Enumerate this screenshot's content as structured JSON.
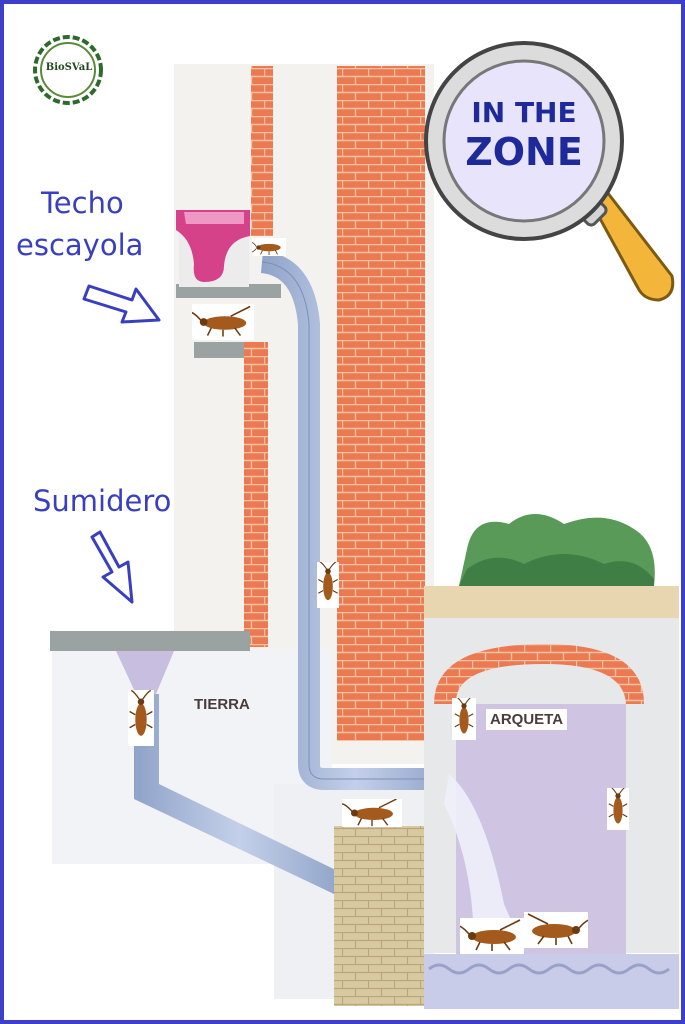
{
  "logo": {
    "text": "BioSVaL"
  },
  "badge": {
    "line1": "IN THE",
    "line2": "ZONE"
  },
  "labels": {
    "ceiling_line1": "Techo",
    "ceiling_line2": "escayola",
    "drain": "Sumidero",
    "soil": "TIERRA",
    "manhole": "ARQUETA"
  },
  "colors": {
    "label": "#3a3fbf",
    "pipe": "#a7b8d8",
    "brick": "#e86a45",
    "roach": "#a45a1c"
  },
  "icons": [
    "arrow-icon",
    "cockroach-icon",
    "magnifier-icon",
    "toilet-icon",
    "bush-icon"
  ]
}
